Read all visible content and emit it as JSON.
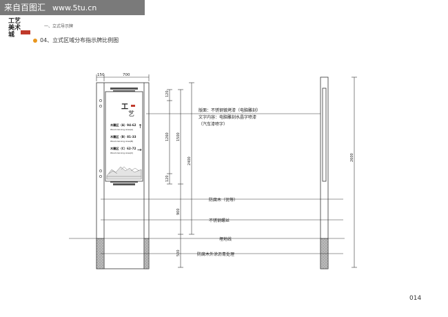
{
  "watermark": {
    "text": "来自百图汇",
    "site": "www.5tu.cn"
  },
  "logo": {
    "text": "工艺美术城",
    "seal": ""
  },
  "header": {
    "subtitle": "一、立式导示牌",
    "section_title": "04、立式区域分布指示牌比例图"
  },
  "dimensions": {
    "top_left": "150",
    "top_width": "700",
    "side_120_top": "120",
    "side_1260": "1260",
    "side_120_bottom": "120",
    "side_1500": "1500",
    "side_2400": "2400",
    "side_900": "900",
    "side_500": "500",
    "right_2600": "2600"
  },
  "sign": {
    "rows": [
      {
        "title": "木雕区（A）94-62",
        "sub": "Wood-Carving Area(A)",
        "arrow": "↑"
      },
      {
        "title": "木雕区（B）81-33",
        "sub": "Wood-Carving Area(B)",
        "arrow": ""
      },
      {
        "title": "木雕区（C）62-72",
        "sub": "Wood-Carving Area(C)",
        "arrow": "→"
      }
    ]
  },
  "annotations": {
    "panel_line1": "版面：不锈钢镀烤漆（电脑雕刻）",
    "panel_line2": "文字内容：电脑雕刻水晶字喷漆",
    "panel_line3": "（汽车漆喷字）",
    "wood": "防腐木（优等）",
    "screw": "不锈钢螺丝",
    "ground": "埋地线",
    "asphalt": "防腐木外涂沥青处理"
  },
  "page_number": "014"
}
